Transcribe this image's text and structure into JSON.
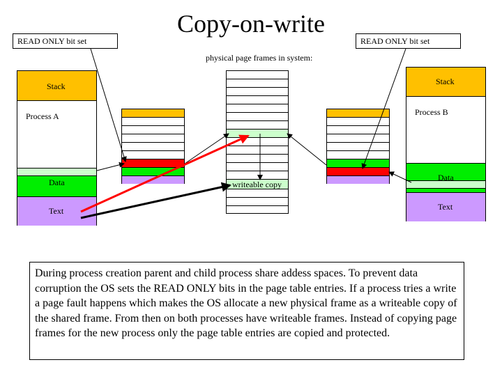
{
  "title": "Copy-on-write",
  "callouts": {
    "left": "READ ONLY bit set",
    "right": "READ ONLY bit set"
  },
  "physical_label": "physical page frames in system:",
  "writeable_copy_label": "writeable copy",
  "process_a": {
    "name": "Process A",
    "stack": "Stack",
    "data": "Data",
    "text": "Text"
  },
  "process_b": {
    "name": "Process B",
    "stack": "Stack",
    "data": "Data",
    "text": "Text"
  },
  "colors": {
    "stack": "#ffc000",
    "data": "#00ee00",
    "data_light": "#ccffcc",
    "text": "#cc99ff",
    "read_only": "#ff0000",
    "arrow_red": "#ff0000",
    "arrow_black": "#000000"
  },
  "description": "During process creation parent and child process share addess spaces. To prevent data corruption the OS sets the READ ONLY bits in the page table entries. If a process tries a write a page fault happens which makes the OS allocate a new physical frame as a writeable copy of the shared frame. From then on both processes have writeable frames. Instead of copying page frames for the new process only the page table entries are copied and protected."
}
